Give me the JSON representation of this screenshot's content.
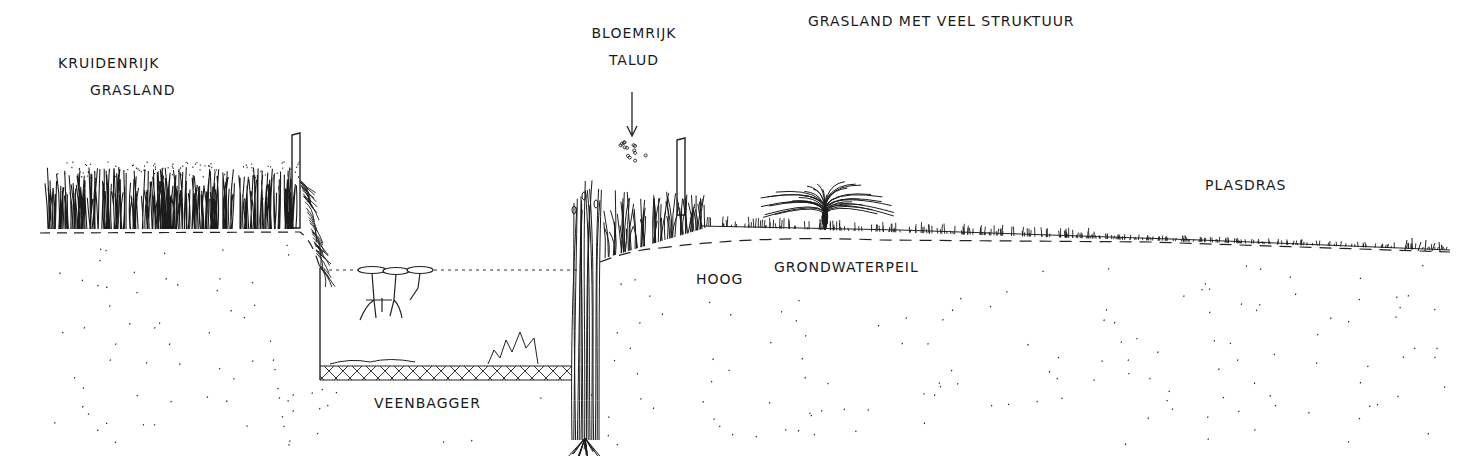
{
  "diagram": {
    "labels": [
      "KRUIDENRIJK GRASLAND",
      "BLOEMRIJK TALUD",
      "GRASLAND MET VEEL STRUKTUUR",
      "PLASDRAS",
      "HOOG",
      "GRONDWATERPEIL",
      "VEENBAGGER"
    ]
  }
}
